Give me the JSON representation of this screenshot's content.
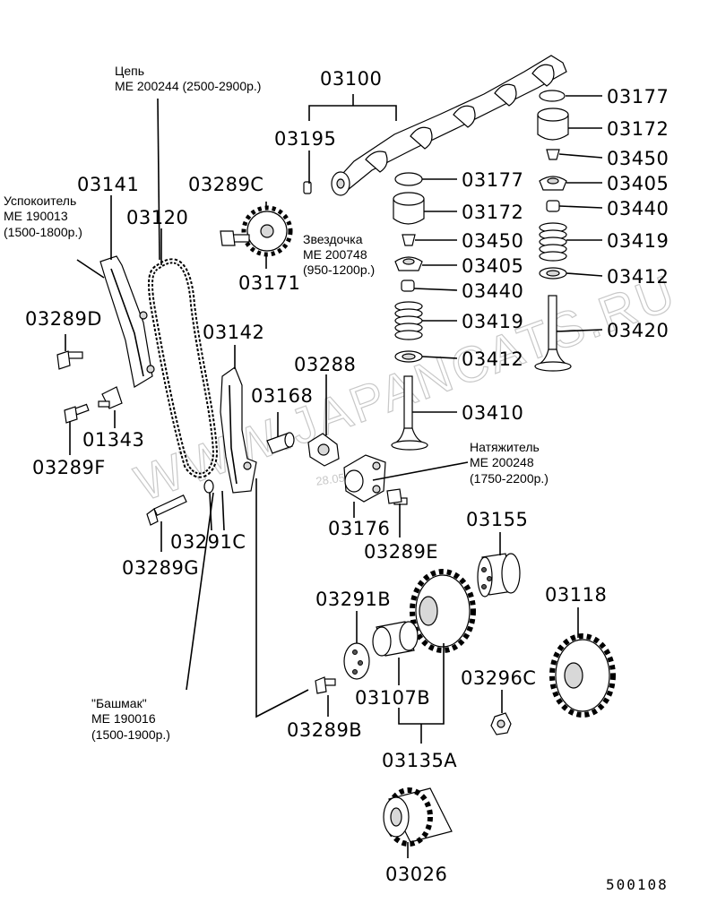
{
  "labels": {
    "p03100": "03100",
    "p03195": "03195",
    "p03177a": "03177",
    "p03172a": "03172",
    "p03450a": "03450",
    "p03405a": "03405",
    "p03440a": "03440",
    "p03419a": "03419",
    "p03412a": "03412",
    "p03420": "03420",
    "p03177b": "03177",
    "p03172b": "03172",
    "p03450b": "03450",
    "p03405b": "03405",
    "p03440b": "03440",
    "p03419b": "03419",
    "p03412b": "03412",
    "p03410": "03410",
    "p03141": "03141",
    "p03120": "03120",
    "p03289C": "03289C",
    "p03171": "03171",
    "p03289D": "03289D",
    "p03142": "03142",
    "p03168": "03168",
    "p03288": "03288",
    "p01343": "01343",
    "p03289F": "03289F",
    "p03291C": "03291C",
    "p03289G": "03289G",
    "p03176": "03176",
    "p03289E": "03289E",
    "p03155": "03155",
    "p03291B": "03291B",
    "p03118": "03118",
    "p03296C": "03296C",
    "p03107B": "03107B",
    "p03289B": "03289B",
    "p03135A": "03135A",
    "p03026": "03026"
  },
  "notes": {
    "chain": [
      "Цепь",
      "ME 200244 (2500-2900р.)"
    ],
    "damper": [
      "Успокоитель",
      "ME 190013",
      "(1500-1800р.)"
    ],
    "sprocket": [
      "Звездочка",
      "ME 200748",
      "(950-1200р.)"
    ],
    "tensioner": [
      "Натяжитель",
      "ME 200248",
      "(1750-2200р.)"
    ],
    "shoe": [
      "\"Башмак\"",
      "ME 190016",
      "(1500-1900р.)"
    ]
  },
  "watermark": "WWW.JAPANCATS.RU",
  "stamp_date": "28.05.12",
  "figure_code": "500108"
}
